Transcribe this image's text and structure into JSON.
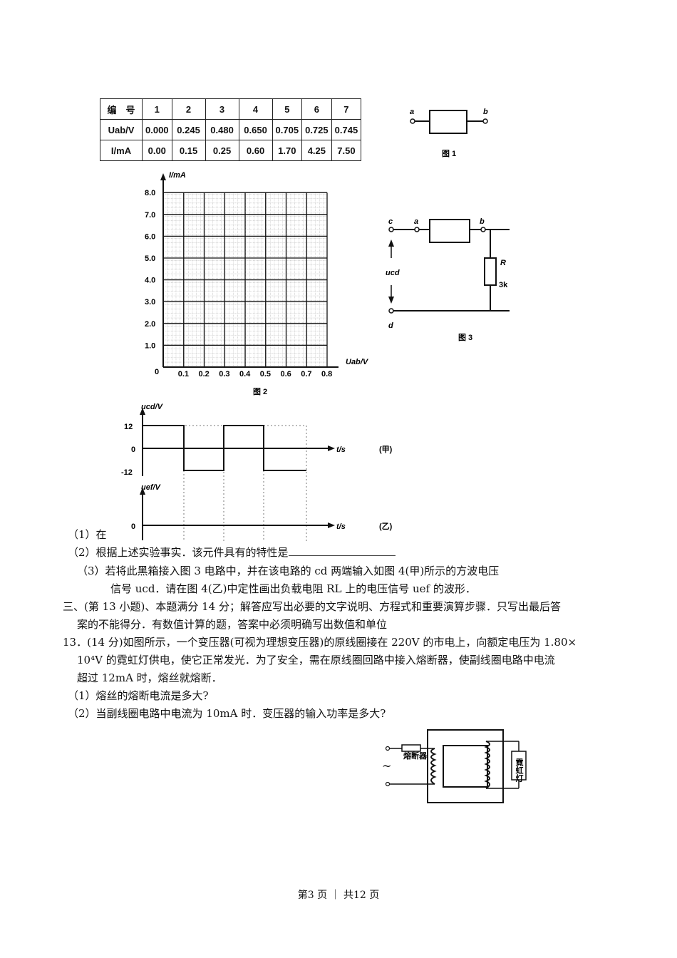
{
  "table": {
    "headers": [
      "编　号",
      "1",
      "2",
      "3",
      "4",
      "5",
      "6",
      "7"
    ],
    "rows": [
      {
        "label": "Uab/V",
        "values": [
          "0.000",
          "0.245",
          "0.480",
          "0.650",
          "0.705",
          "0.725",
          "0.745"
        ]
      },
      {
        "label": "I/mA",
        "values": [
          "0.00",
          "0.15",
          "0.25",
          "0.60",
          "1.70",
          "4.25",
          "7.50"
        ]
      }
    ]
  },
  "fig1": {
    "a": "a",
    "b": "b",
    "caption": "图 1"
  },
  "fig2": {
    "y_axis_label": "I/mA",
    "x_axis_label": "Uab/V",
    "y_ticks": [
      "8.0",
      "7.0",
      "6.0",
      "5.0",
      "4.0",
      "3.0",
      "2.0",
      "1.0"
    ],
    "origin": "0",
    "x_ticks": [
      "0.1",
      "0.2",
      "0.3",
      "0.4",
      "0.5",
      "0.6",
      "0.7",
      "0.8"
    ],
    "caption": "图 2"
  },
  "fig3": {
    "c": "c",
    "a": "a",
    "b": "b",
    "d": "d",
    "ucd": "ucd",
    "r_label": "R",
    "r_value": "3k",
    "caption": "图 3"
  },
  "fig4": {
    "a_ylabel": "ucd/V",
    "a_tick_high": "12",
    "a_tick_zero": "0",
    "a_tick_low": "-12",
    "a_xlabel": "t/s",
    "a_tag": "(甲)",
    "b_ylabel": "uef/V",
    "b_tick_zero": "0",
    "b_xlabel": "t/s",
    "b_tag": "(乙)"
  },
  "questions": {
    "q1": "（1）在",
    "q2": "（2）根据上述实验事实．该元件具有的特性是",
    "q3_line1": "（3）若将此黑箱接入图 3 电路中，并在该电路的 cd 两端输入如图 4(甲)所示的方波电压",
    "q3_line2": "信号 ucd．请在图 4(乙)中定性画出负载电阻 RL 上的电压信号 uef 的波形．",
    "section3_line1": "三、(第 13 小题)、本题满分 14 分；解答应写出必要的文字说明、方程式和重要演算步骤．只写出最后答",
    "section3_line2": "案的不能得分．有数值计算的题，答案中必须明确写出数值和单位",
    "q13_line1": "13．(14 分)如图所示，一个变压器(可视为理想变压器)的原线圈接在 220V 的市电上，向额定电压为 1.80×",
    "q13_line2": "10⁴V 的霓虹灯供电，使它正常发光．为了安全，需在原线圈回路中接入熔断器，使副线圈电路中电流",
    "q13_line3": "超过 12mA 时，熔丝就熔断．",
    "q13_sub1": "（1）熔丝的熔断电流是多大?",
    "q13_sub2": "（2）当副线圈电路中电流为 10mA 时．变压器的输入功率是多大?"
  },
  "transformer": {
    "fuse": "熔断器",
    "ac": "~",
    "lamp": "霓虹灯"
  },
  "footer": "第3 页 ｜ 共12 页"
}
